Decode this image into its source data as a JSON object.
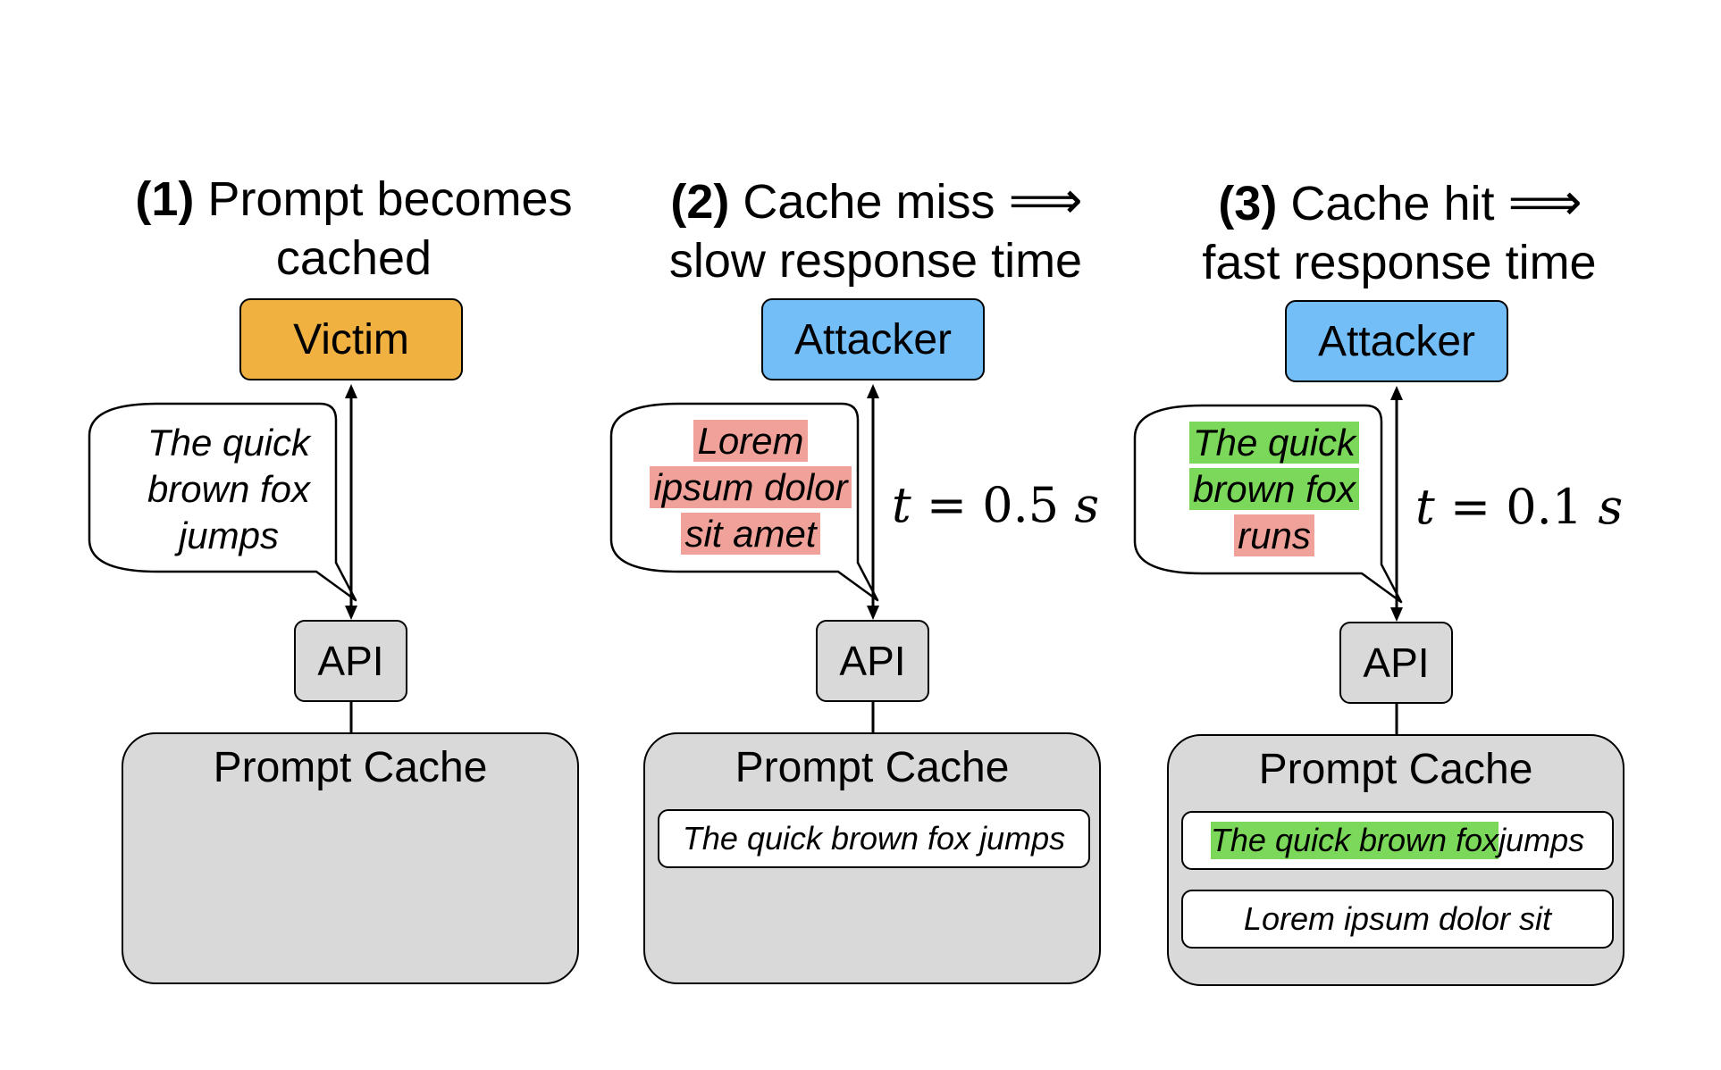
{
  "colors": {
    "victim": "#f0b140",
    "attacker": "#74bef8",
    "gray": "#d9d9d9",
    "miss_highlight": "#f0a29a",
    "hit_highlight": "#7bd85a"
  },
  "panels": [
    {
      "title_num": "(1)",
      "title_line1": "Prompt becomes",
      "title_line2": "cached",
      "actor": "Victim",
      "bubble_lines": [
        "The quick",
        "brown fox",
        "jumps"
      ],
      "api": "API",
      "cache_title": "Prompt Cache",
      "cache_entries": []
    },
    {
      "title_num": "(2)",
      "title_line1": "Cache miss",
      "title_arrow": "⟹",
      "title_line2": "slow response time",
      "actor": "Attacker",
      "bubble_lines": [
        "Lorem",
        "ipsum dolor",
        "sit amet"
      ],
      "api": "API",
      "timing_var": "t",
      "timing_eq": " = 0.5 ",
      "timing_unit": "s",
      "cache_title": "Prompt Cache",
      "cache_entries": [
        "The quick brown fox jumps"
      ]
    },
    {
      "title_num": "(3)",
      "title_line1": "Cache hit",
      "title_arrow": "⟹",
      "title_line2": "fast response time",
      "actor": "Attacker",
      "bubble_lines": [
        "The quick",
        "brown fox",
        "runs"
      ],
      "api": "API",
      "timing_var": "t",
      "timing_eq": " = 0.1 ",
      "timing_unit": "s",
      "cache_title": "Prompt Cache",
      "cache_entries": [
        "The quick brown fox",
        " jumps",
        "Lorem ipsum dolor sit"
      ]
    }
  ]
}
